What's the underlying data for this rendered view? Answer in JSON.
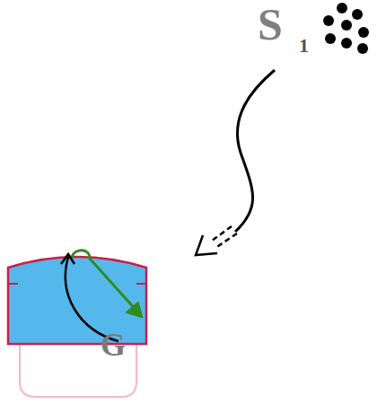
{
  "diagram": {
    "nodes": [
      {
        "text": [
          "G"
        ]
      }
    ],
    "labels": [
      "S",
      "1"
    ]
  }
}
